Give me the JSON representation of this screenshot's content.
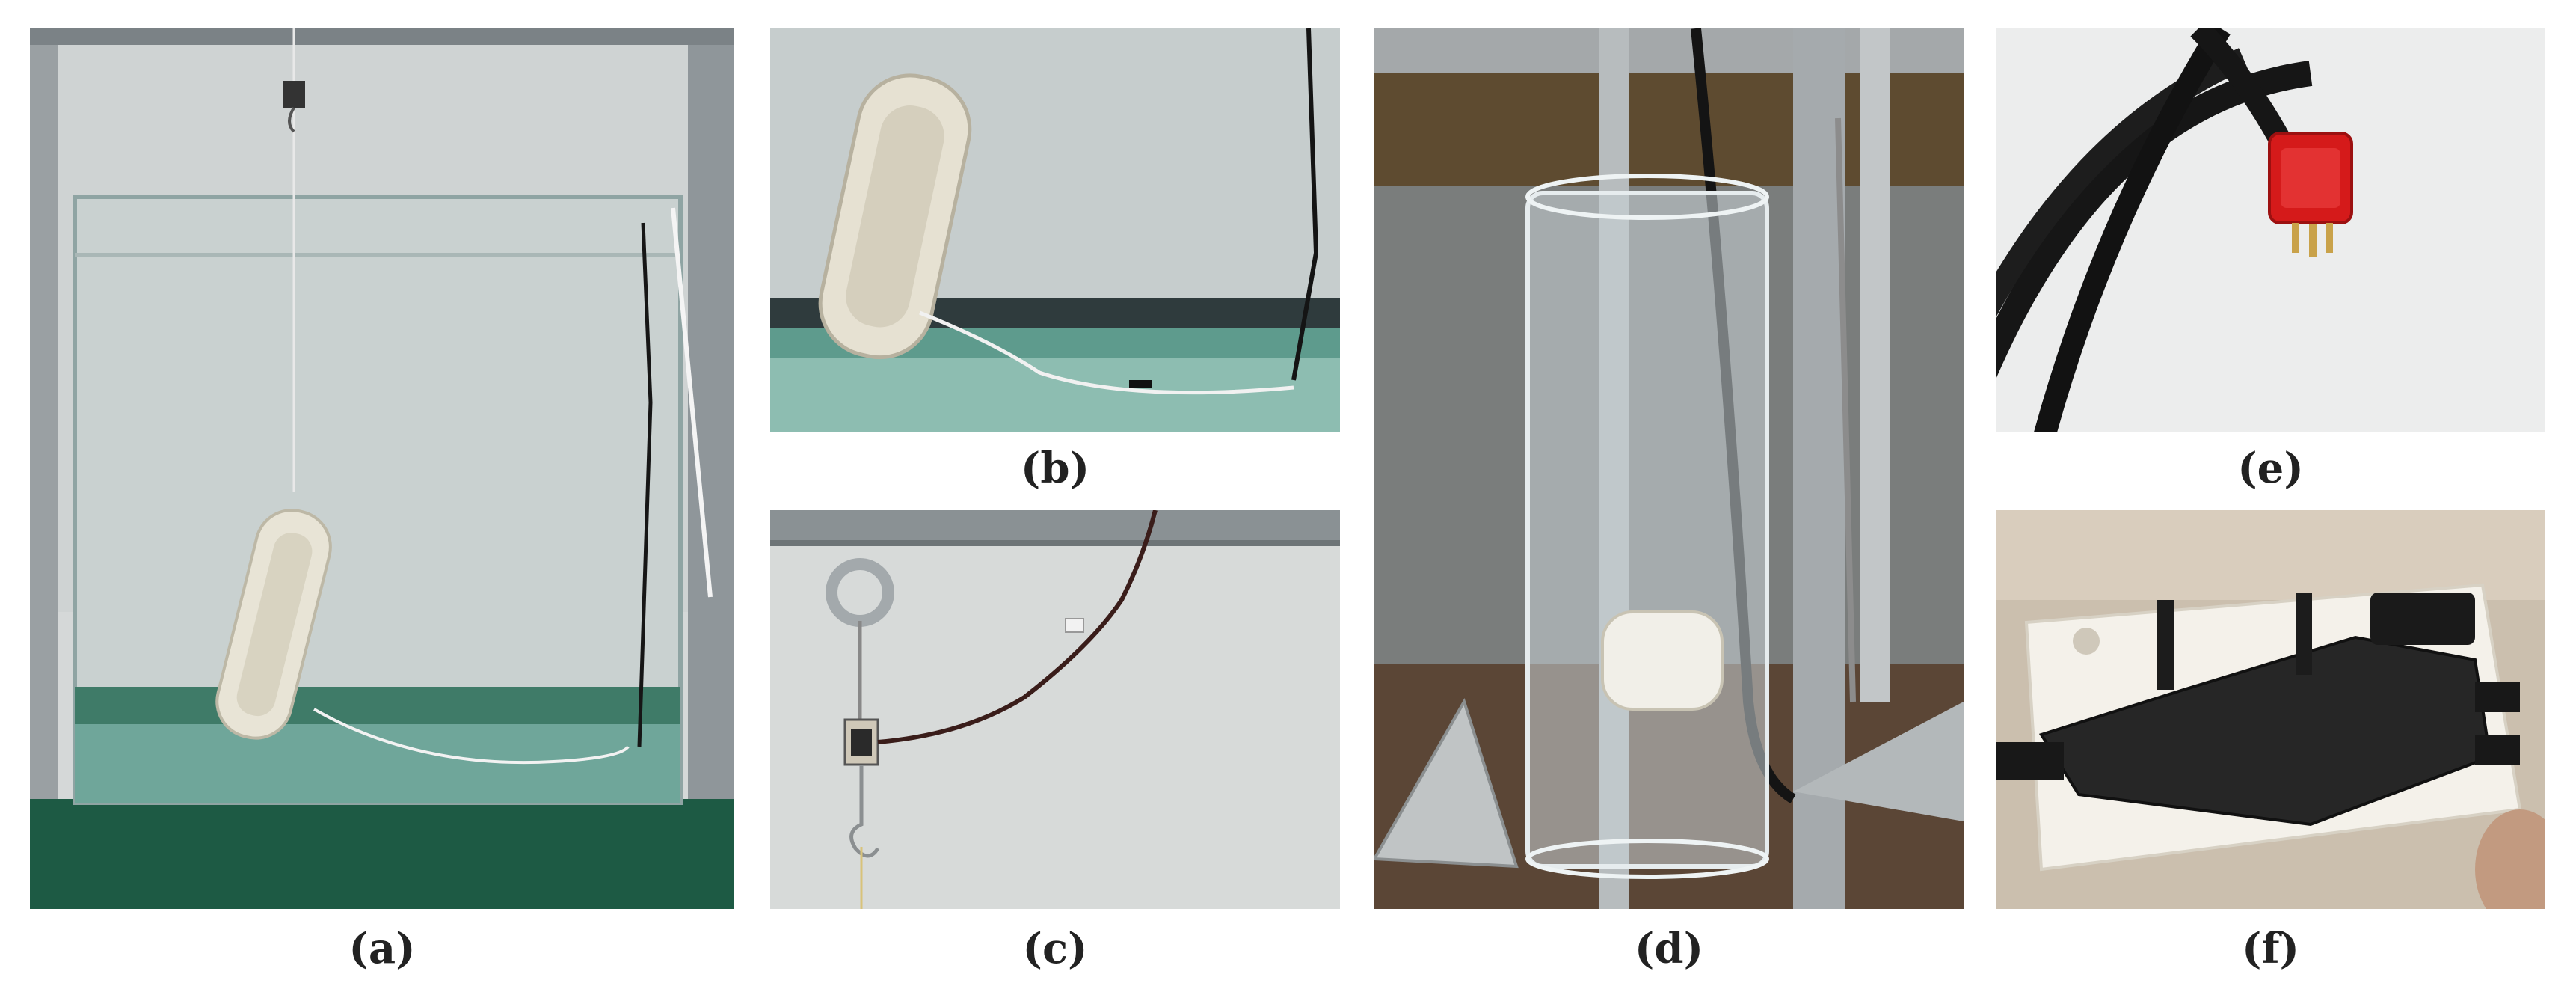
{
  "figure": {
    "panels": [
      {
        "id": "a",
        "caption": "(a)"
      },
      {
        "id": "b",
        "caption": "(b)"
      },
      {
        "id": "c",
        "caption": "(c)"
      },
      {
        "id": "d",
        "caption": "(d)"
      },
      {
        "id": "e",
        "caption": "(e)"
      },
      {
        "id": "f",
        "caption": "(f)"
      }
    ]
  },
  "colors": {
    "background": "#ffffff",
    "caption_text": "#222222",
    "wall_gray": "#d9dcdc",
    "tank_base_green": "#2f6a55",
    "floor_green": "#1d5a44",
    "device_white": "#e8e4d6",
    "cable_black": "#161616",
    "connector_red": "#d51a1a",
    "metal_frame": "#9aa0a3",
    "wood_floor": "#5b4636",
    "housing_black": "#262626"
  }
}
